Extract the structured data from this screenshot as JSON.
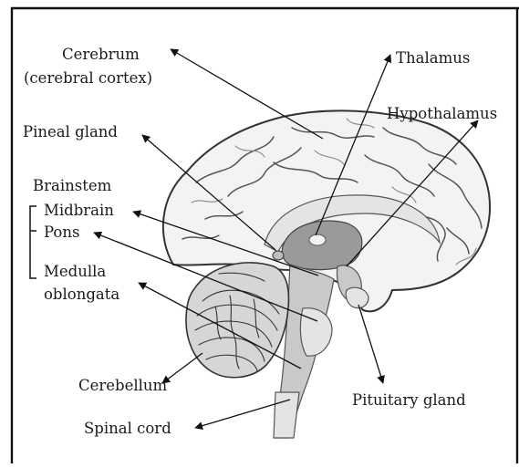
{
  "labels": {
    "cerebrum": "Cerebrum",
    "cerebral_cortex": "(cerebral cortex)",
    "thalamus": "Thalamus",
    "hypothalamus": "Hypothalamus",
    "pineal_gland": "Pineal gland",
    "brainstem": "Brainstem",
    "midbrain": "Midbrain",
    "pons": "Pons",
    "medulla": "Medulla",
    "oblongata": "oblongata",
    "cerebellum": "Cerebellum",
    "pituitary_gland": "Pituitary gland",
    "spinal_cord": "Spinal cord"
  }
}
